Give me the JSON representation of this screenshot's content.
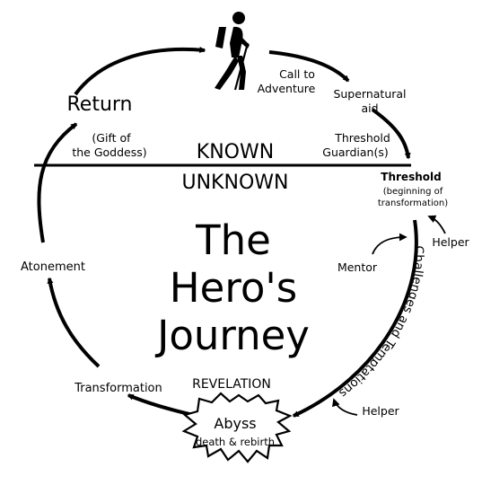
{
  "diagram": {
    "center_title": [
      "The",
      "Hero's",
      "Journey"
    ],
    "known_label": "KNOWN",
    "unknown_label": "UNKNOWN",
    "stages": {
      "call_to_adventure": [
        "Call to",
        "Adventure"
      ],
      "supernatural_aid": [
        "Supernatural",
        "aid"
      ],
      "threshold_guardians": [
        "Threshold",
        "Guardian(s)"
      ],
      "threshold": "Threshold",
      "threshold_note": [
        "(beginning of",
        "transformation)"
      ],
      "helper_upper": "Helper",
      "mentor": "Mentor",
      "challenges": "Challenges and Temptations",
      "helper_lower": "Helper",
      "revelation": "REVELATION",
      "abyss": "Abyss",
      "abyss_note": "death & rebirth",
      "transformation": "Transformation",
      "atonement": "Atonement",
      "return": "Return",
      "gift": [
        "(Gift of",
        "the Goddess)"
      ]
    },
    "icon": "hiker-icon",
    "colors": {
      "line": "#000000",
      "background": "#ffffff"
    }
  }
}
